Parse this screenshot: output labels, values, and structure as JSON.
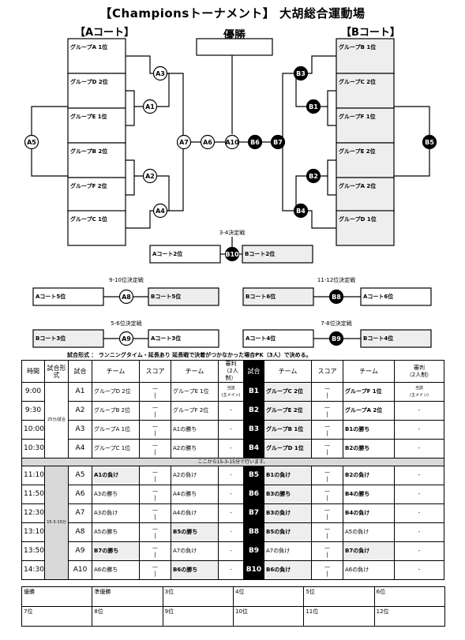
{
  "title": "【Championsトーナメント】 大胡総合運動場",
  "court_a_title": "【Aコート】",
  "court_b_title": "【Bコート】",
  "winner_title": "優勝",
  "left_groups": [
    "グループA 1位",
    "グループD 2位",
    "グループE 1位",
    "グループB 2位",
    "グループF 2位",
    "グループC 1位"
  ],
  "right_groups": [
    "グループB 1位",
    "グループC 2位",
    "グループF 1位",
    "グループE 2位",
    "グループA 2位",
    "グループD 1位"
  ],
  "nodes": {
    "A1": "A1",
    "A2": "A2",
    "A3": "A3",
    "A4": "A4",
    "A5": "A5",
    "A6": "A6",
    "A7": "A7",
    "A8": "A8",
    "A9": "A9",
    "A10": "A10",
    "B1": "B1",
    "B2": "B2",
    "B3": "B3",
    "B4": "B4",
    "B5": "B5",
    "B6": "B6",
    "B7": "B7",
    "B8": "B8",
    "B9": "B9",
    "B10": "B10"
  },
  "placement": {
    "p34": {
      "label": "3-4決定戦",
      "left": "Aコート2位",
      "right": "Bコート2位"
    },
    "p910": {
      "label": "9-10位決定戦",
      "left": "Aコート5位",
      "right": "Bコート5位"
    },
    "p1112": {
      "label": "11-12位決定戦",
      "left": "Bコート6位",
      "right": "Aコート6位"
    },
    "p56": {
      "label": "5-6位決定戦",
      "left": "Bコート3位",
      "right": "Aコート3位"
    },
    "p78": {
      "label": "7-8位決定戦",
      "left": "Aコート4位",
      "right": "Bコート4位"
    }
  },
  "rules": "試合形式 ： ランニングタイム・延長あり 延長戦で決着がつかなかった場合PK（3人）で決める。",
  "table_headers": [
    "時間",
    "試合形式",
    "試合",
    "チーム",
    "スコア",
    "チーム",
    "審判\n（2人制）",
    "試合",
    "チーム",
    "スコア",
    "チーム",
    "審判\n（2人制）"
  ],
  "format_1": "25分/試合",
  "format_2": "15-3-15分",
  "ref_first": "当該\n(主メイン)",
  "note": "ここから15-3-15分で行います。",
  "dash": "-",
  "rows": [
    {
      "time": "9:00",
      "a": "A1",
      "at1": "グループD 2位",
      "at2": "グループE 1位",
      "b": "B1",
      "bt1": "グループC 2位",
      "bt2": "グループF 1位"
    },
    {
      "time": "9:30",
      "a": "A2",
      "at1": "グループB 2位",
      "at2": "グループF 2位",
      "b": "B2",
      "bt1": "グループE 2位",
      "bt2": "グループA 2位"
    },
    {
      "time": "10:00",
      "a": "A3",
      "at1": "グループA 1位",
      "at2": "A1の勝ち",
      "b": "B3",
      "bt1": "グループB 1位",
      "bt2": "B1の勝ち"
    },
    {
      "time": "10:30",
      "a": "A4",
      "at1": "グループC 1位",
      "at2": "A2の勝ち",
      "b": "B4",
      "bt1": "グループD 1位",
      "bt2": "B2の勝ち"
    },
    {
      "time": "11:10",
      "a": "A5",
      "at1": "A1の負け",
      "at2": "A2の負け",
      "b": "B5",
      "bt1": "B1の負け",
      "bt2": "B2の負け"
    },
    {
      "time": "11:50",
      "a": "A6",
      "at1": "A3の勝ち",
      "at2": "A4の勝ち",
      "b": "B6",
      "bt1": "B3の勝ち",
      "bt2": "B4の勝ち"
    },
    {
      "time": "12:30",
      "a": "A7",
      "at1": "A3の負け",
      "at2": "A4の負け",
      "b": "B7",
      "bt1": "B3の負け",
      "bt2": "B4の負け"
    },
    {
      "time": "13:10",
      "a": "A8",
      "at1": "A5の勝ち",
      "at2": "B5の勝ち",
      "b": "B8",
      "bt1": "B5の負け",
      "bt2": "A5の負け"
    },
    {
      "time": "13:50",
      "a": "A9",
      "at1": "B7の勝ち",
      "at2": "A7の負け",
      "b": "B9",
      "bt1": "A7の負け",
      "bt2": "B7の負け"
    },
    {
      "time": "14:30",
      "a": "A10",
      "at1": "A6の勝ち",
      "at2": "B6の勝ち",
      "b": "B10",
      "bt1": "B6の負け",
      "bt2": "A6の負け"
    }
  ],
  "ranking": [
    "優勝",
    "準優勝",
    "3位",
    "4位",
    "5位",
    "6位",
    "7位",
    "8位",
    "9位",
    "10位",
    "11位",
    "12位"
  ],
  "chart_data": {
    "type": "table",
    "title": "【Championsトーナメント】 大胡総合運動場",
    "columns": [
      "時間",
      "試合",
      "チーム",
      "チーム",
      "試合",
      "チーム",
      "チーム"
    ],
    "rows": [
      [
        "9:00",
        "A1",
        "グループD 2位",
        "グループE 1位",
        "B1",
        "グループC 2位",
        "グループF 1位"
      ],
      [
        "9:30",
        "A2",
        "グループB 2位",
        "グループF 2位",
        "B2",
        "グループE 2位",
        "グループA 2位"
      ],
      [
        "10:00",
        "A3",
        "グループA 1位",
        "A1の勝ち",
        "B3",
        "グループB 1位",
        "B1の勝ち"
      ],
      [
        "10:30",
        "A4",
        "グループC 1位",
        "A2の勝ち",
        "B4",
        "グループD 1位",
        "B2の勝ち"
      ],
      [
        "11:10",
        "A5",
        "A1の負け",
        "A2の負け",
        "B5",
        "B1の負け",
        "B2の負け"
      ],
      [
        "11:50",
        "A6",
        "A3の勝ち",
        "A4の勝ち",
        "B6",
        "B3の勝ち",
        "B4の勝ち"
      ],
      [
        "12:30",
        "A7",
        "A3の負け",
        "A4の負け",
        "B7",
        "B3の負け",
        "B4の負け"
      ],
      [
        "13:10",
        "A8",
        "A5の勝ち",
        "B5の勝ち",
        "B8",
        "B5の負け",
        "A5の負け"
      ],
      [
        "13:50",
        "A9",
        "B7の勝ち",
        "A7の負け",
        "B9",
        "A7の負け",
        "B7の負け"
      ],
      [
        "14:30",
        "A10",
        "A6の勝ち",
        "B6の勝ち",
        "B10",
        "B6の負け",
        "A6の負け"
      ]
    ]
  }
}
